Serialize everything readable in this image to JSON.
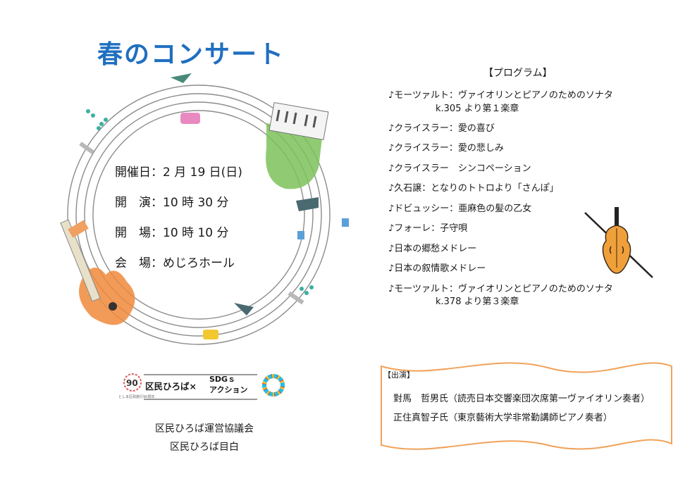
{
  "title": "春のコンサート",
  "info": {
    "date": "開催日：2 月 19 日(日)",
    "start": "開　演：10 時 30 分",
    "open": "開　場：10 時 10 分",
    "venue": "会　場：めじろホール"
  },
  "program": {
    "heading": "【プログラム】",
    "items": [
      {
        "line": "♪モーツァルト：ヴァイオリンとピアノのためのソナタ",
        "sub": "k.305 より第１楽章"
      },
      {
        "line": "♪クライスラー：愛の喜び"
      },
      {
        "line": "♪クライスラー：愛の悲しみ"
      },
      {
        "line": "♪クライスラー　シンコペーション"
      },
      {
        "line": "♪久石譲：となりのトトロより「さんぽ」"
      },
      {
        "line": "♪ドビュッシー：亜麻色の髪の乙女"
      },
      {
        "line": "♪フォーレ：子守唄"
      },
      {
        "line": "♪日本の郷愁メドレー"
      },
      {
        "line": "♪日本の叙情歌メドレー"
      },
      {
        "line": "♪モーツァルト：ヴァイオリンとピアノのためのソナタ",
        "sub": "k.378 より第３楽章"
      }
    ]
  },
  "logos": {
    "plaza": "区民ひろば×",
    "sdg_line1": "SDGｓ",
    "sdg_line2": "アクション",
    "small_caption": "としま区政施行90周年"
  },
  "organizer": {
    "line1": "区民ひろば運営協議会",
    "line2": "区民ひろば目白"
  },
  "performers": {
    "heading": "【出演】",
    "p1": "對馬　哲男氏（読売日本交響楽団次席第一ヴァイオリン奏者）",
    "p2": "正住真智子氏（東京藝術大学非常勤講師ピアノ奏者）"
  },
  "colors": {
    "title": "#1f6fc0",
    "ribbon": "#f0a25a",
    "staff": "#8a8a8a"
  }
}
